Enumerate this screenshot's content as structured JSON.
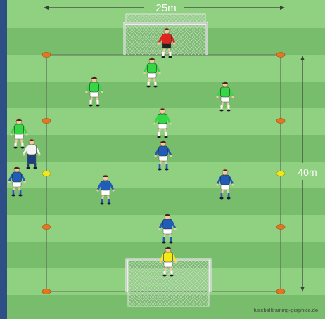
{
  "dimensions": {
    "width_label": "25m",
    "length_label": "40m"
  },
  "credit": "fussballtraining-graphics.de",
  "colors": {
    "frame": "#2d4f86",
    "grass_light": "#8fd081",
    "grass_dark": "#78bd6b",
    "line": "#5d6b5c",
    "cone": "#e8741e",
    "marker_yellow": "#f1e71c",
    "team_green": "#35d844",
    "team_blue": "#1f5db9",
    "keeper_red": "#e0241e",
    "keeper_yellow": "#f4e81c",
    "coach": "#f3f3f3"
  },
  "players": [
    {
      "role": "goalkeeper",
      "team": "red"
    },
    {
      "role": "attacker",
      "team": "green"
    },
    {
      "role": "attacker",
      "team": "green"
    },
    {
      "role": "attacker",
      "team": "green"
    },
    {
      "role": "attacker",
      "team": "green"
    },
    {
      "role": "substitute",
      "team": "green"
    },
    {
      "role": "coach",
      "team": "none"
    },
    {
      "role": "substitute",
      "team": "blue"
    },
    {
      "role": "defender",
      "team": "blue"
    },
    {
      "role": "defender",
      "team": "blue"
    },
    {
      "role": "defender",
      "team": "blue"
    },
    {
      "role": "defender",
      "team": "blue"
    },
    {
      "role": "goalkeeper",
      "team": "yellow"
    }
  ]
}
